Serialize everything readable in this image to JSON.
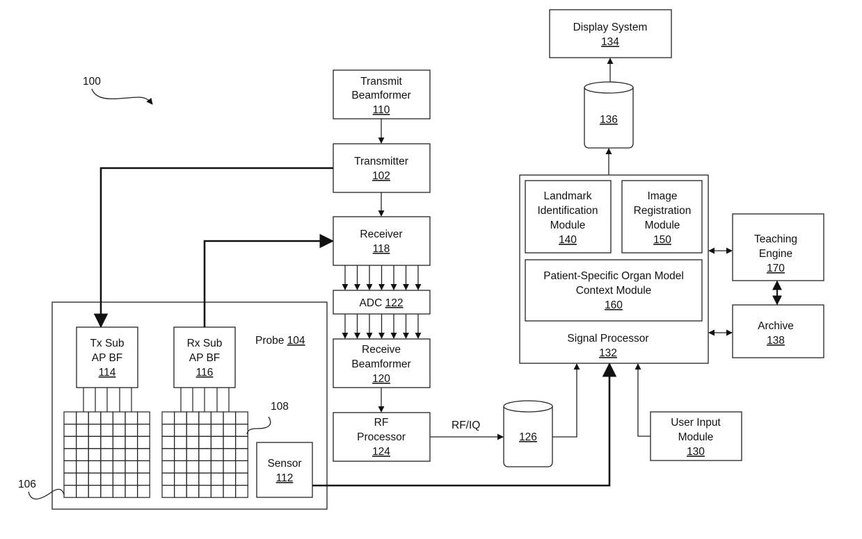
{
  "figure": {
    "reference": "100",
    "labels": {
      "array_ref": "106",
      "element_ref": "108",
      "signal_label": "RF/IQ"
    }
  },
  "blocks": {
    "transmit_beamformer": {
      "lines": [
        "Transmit",
        "Beamformer"
      ],
      "num": "110"
    },
    "transmitter": {
      "lines": [
        "Transmitter"
      ],
      "num": "102"
    },
    "receiver": {
      "lines": [
        "Receiver"
      ],
      "num": "118"
    },
    "adc": {
      "lines": [
        "ADC"
      ],
      "num": "122"
    },
    "receive_beamformer": {
      "lines": [
        "Receive",
        "Beamformer"
      ],
      "num": "120"
    },
    "rf_processor": {
      "lines": [
        "RF",
        "Processor"
      ],
      "num": "124"
    },
    "probe": {
      "lines": [
        "Probe"
      ],
      "num": "104"
    },
    "tx_sub": {
      "lines": [
        "Tx Sub",
        "AP BF"
      ],
      "num": "114"
    },
    "rx_sub": {
      "lines": [
        "Rx Sub",
        "AP BF"
      ],
      "num": "116"
    },
    "sensor": {
      "lines": [
        "Sensor"
      ],
      "num": "112"
    },
    "buffer_126": {
      "num": "126"
    },
    "buffer_136": {
      "num": "136"
    },
    "display_system": {
      "lines": [
        "Display System"
      ],
      "num": "134"
    },
    "signal_processor": {
      "lines": [
        "Signal Processor"
      ],
      "num": "132"
    },
    "landmark_module": {
      "lines": [
        "Landmark",
        "Identification",
        "Module"
      ],
      "num": "140"
    },
    "registration_module": {
      "lines": [
        "Image",
        "Registration",
        "Module"
      ],
      "num": "150"
    },
    "organ_model_module": {
      "lines": [
        "Patient-Specific Organ Model",
        "Context Module"
      ],
      "num": "160"
    },
    "teaching_engine": {
      "lines": [
        "Teaching",
        "Engine"
      ],
      "num": "170"
    },
    "archive": {
      "lines": [
        "Archive"
      ],
      "num": "138"
    },
    "user_input": {
      "lines": [
        "User Input",
        "Module"
      ],
      "num": "130"
    }
  }
}
